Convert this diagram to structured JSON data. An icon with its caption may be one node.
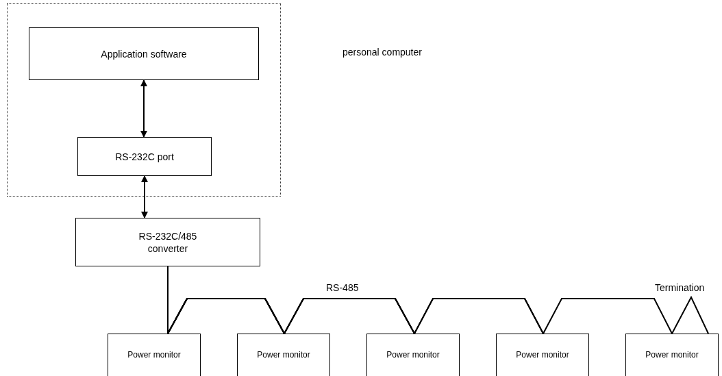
{
  "diagram": {
    "nodes": [
      {
        "text": [],
        "shape": "box"
      },
      {
        "text": [
          "Application software"
        ],
        "in": 0
      },
      {
        "text": [
          "RS-232C port"
        ],
        "in": 0
      },
      {
        "text": [
          "RS-232C/485 converter"
        ]
      },
      {
        "text": [
          "Power monitor"
        ]
      },
      {
        "text": [
          "Power monitor"
        ]
      },
      {
        "text": [
          "Power monitor"
        ]
      },
      {
        "text": [
          "Power monitor"
        ]
      },
      {
        "text": [
          "Power monitor"
        ]
      }
    ],
    "edges": [
      {
        "from": 1,
        "to": 2,
        "arrow": "both"
      },
      {
        "from": 2,
        "to": 3,
        "arrow": "both"
      },
      {
        "from": 3,
        "to": 4,
        "arrow": "none"
      },
      {
        "from": 3,
        "to": 5,
        "arrow": "none"
      },
      {
        "from": 3,
        "to": 6,
        "arrow": "none"
      },
      {
        "from": 3,
        "to": 7,
        "arrow": "none"
      },
      {
        "from": 3,
        "to": 8,
        "arrow": "none"
      }
    ],
    "labels": [
      "personal computer",
      "RS-485",
      "Termination"
    ]
  }
}
